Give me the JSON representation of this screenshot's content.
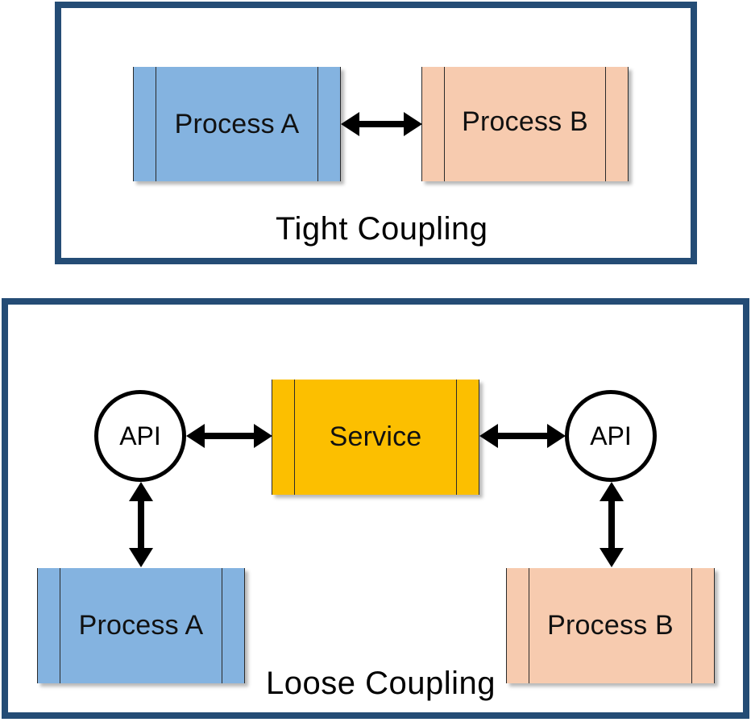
{
  "tight": {
    "caption": "Tight Coupling",
    "process_a": "Process A",
    "process_b": "Process B"
  },
  "loose": {
    "caption": "Loose Coupling",
    "service": "Service",
    "api_left": "API",
    "api_right": "API",
    "process_a": "Process A",
    "process_b": "Process B"
  },
  "colors": {
    "frame": "#244c75",
    "process_a": "#84b3e0",
    "process_b": "#f7cbaf",
    "service": "#fcbf00",
    "arrow": "#000000"
  }
}
